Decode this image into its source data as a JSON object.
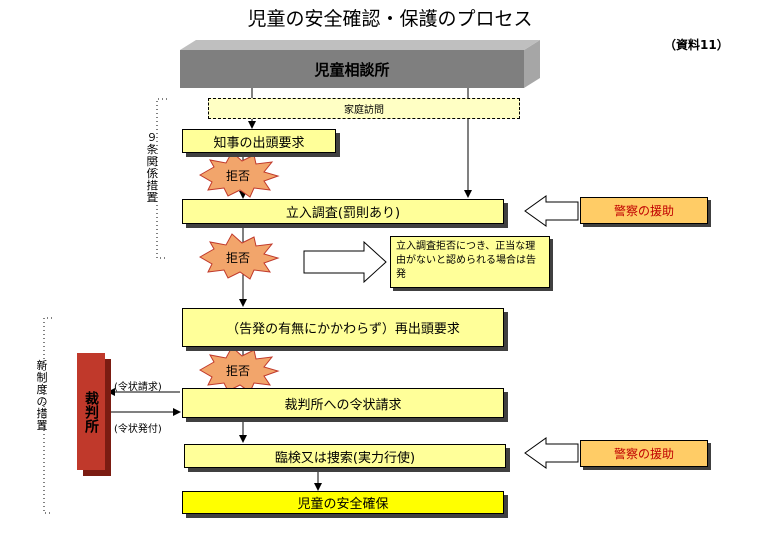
{
  "title": "児童の安全確認・保護のプロセス",
  "doc_ref": "（資料11）",
  "header": "児童相談所",
  "home_visit": "家庭訪問",
  "summons": "知事の出頭要求",
  "refusal": "拒否",
  "onsite_inspection": "立入調査(罰則あり)",
  "police_assist": "警察の援助",
  "note": "立入調査拒否につき、正当な理由がないと認められる場合は告発",
  "resummons": "（告発の有無にかかわらず）再出頭要求",
  "warrant_request": "裁判所への令状請求",
  "search": "臨検又は捜索(実力行使)",
  "safety": "児童の安全確保",
  "article9_label": "９条関係措置",
  "new_system_label": "新制度の措置",
  "court": "裁判所",
  "warrant_request_small": "(令状請求)",
  "warrant_issue_small": "(令状発付)"
}
